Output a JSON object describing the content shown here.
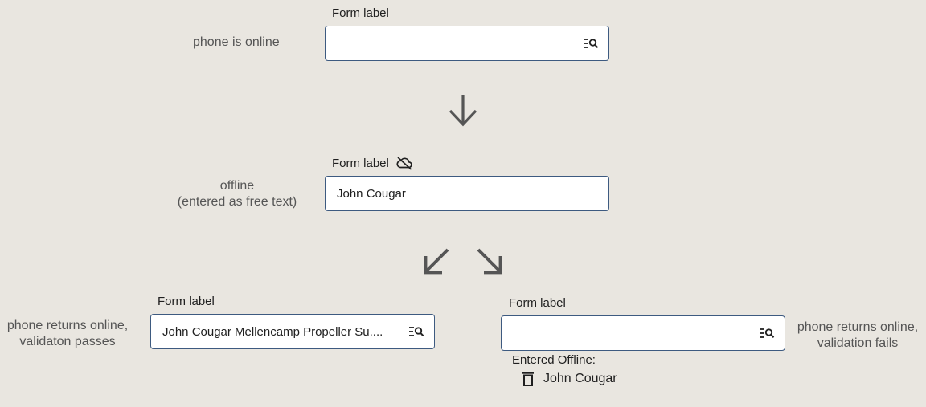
{
  "state_online": {
    "note": "phone is online",
    "form_label": "Form label",
    "value": ""
  },
  "state_offline": {
    "note_line1": "offline",
    "note_line2": "(entered as free text)",
    "form_label": "Form label",
    "value": "John Cougar"
  },
  "state_pass": {
    "note_line1": "phone returns online,",
    "note_line2": "validaton passes",
    "form_label": "Form label",
    "value": "John  Cougar Mellencamp  Propeller Su...."
  },
  "state_fail": {
    "note_line1": "phone returns online,",
    "note_line2": "validation fails",
    "form_label": "Form label",
    "value": "",
    "entered_offline_title": "Entered Offline:",
    "entered_offline_value": "John Cougar"
  },
  "icons": {
    "lookup": "list-search-icon",
    "offline": "cloud-off-icon",
    "delete": "trash-icon",
    "arrow_down": "arrow-down-icon",
    "arrow_down_left": "arrow-down-left-icon",
    "arrow_down_right": "arrow-down-right-icon"
  },
  "colors": {
    "background": "#e9e6e0",
    "field_border": "#3d5a80",
    "arrow": "#555555"
  }
}
